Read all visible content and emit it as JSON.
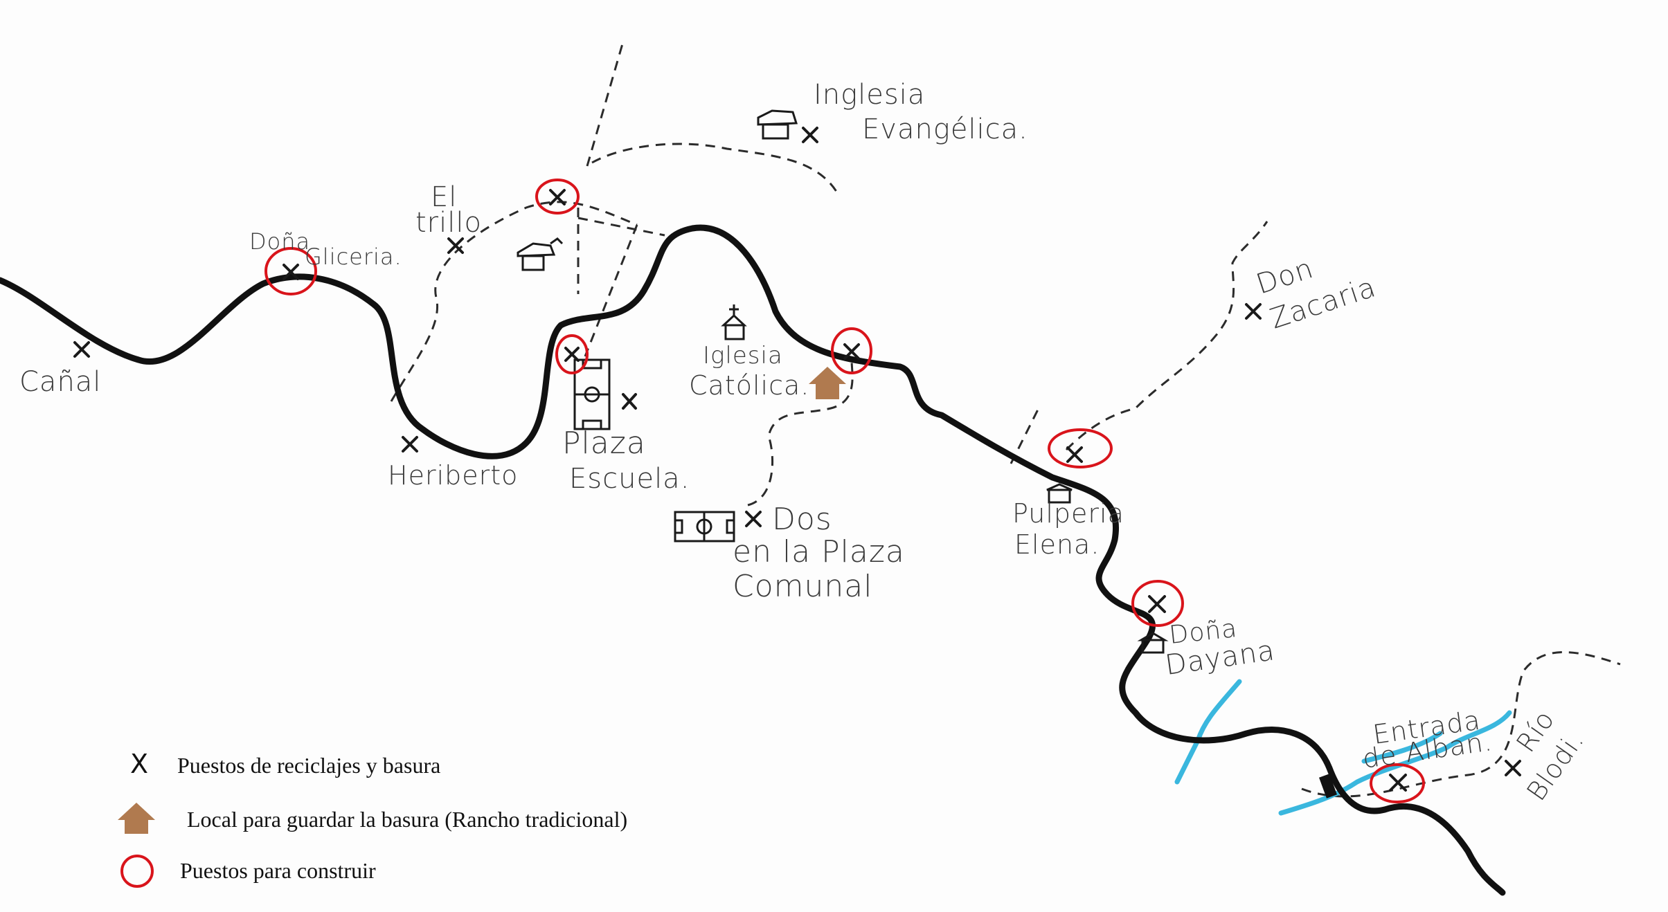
{
  "map": {
    "colors": {
      "road": "#111111",
      "path": "#2b2b2b",
      "river": "#3ab7de",
      "circle": "#d9141b",
      "shelter": "#b07a4f",
      "mark": "#1a1a1a"
    },
    "places": {
      "canal": "Cañal",
      "dona_gliceria_1": "Doña",
      "dona_gliceria_2": "Gliceria.",
      "el_trillo_1": "El",
      "el_trillo_2": "trillo",
      "iglesia_evangelica_1": "Inglesia",
      "iglesia_evangelica_2": "Evangélica.",
      "heriberto": "Heriberto",
      "plaza_escuela_1": "Plaza",
      "plaza_escuela_2": "Escuela.",
      "iglesia_catolica_1": "Iglesia",
      "iglesia_catolica_2": "Católica.",
      "dos_plaza_1": "Dos",
      "dos_plaza_2": "en la Plaza",
      "dos_plaza_3": "Comunal",
      "don_zacaria_1": "Don",
      "don_zacaria_2": "Zacaria",
      "pulperia_elena_1": "Pulperia",
      "pulperia_elena_2": "Elena.",
      "dona_dayana_1": "Doña",
      "dona_dayana_2": "Dayana",
      "entrada_alban_1": "Entrada",
      "entrada_alban_2": "de Alban.",
      "rio_blodi_1": "Río",
      "rio_blodi_2": "Blodi."
    }
  },
  "legend": {
    "items": [
      {
        "symbol": "X",
        "symbol_name": "x-mark",
        "label": "Puestos de reciclajes y basura"
      },
      {
        "symbol": "",
        "symbol_name": "house-arrow-icon",
        "label": "Local para guardar la basura (Rancho tradicional)"
      },
      {
        "symbol": "",
        "symbol_name": "red-circle-icon",
        "label": "Puestos para construir"
      }
    ]
  }
}
